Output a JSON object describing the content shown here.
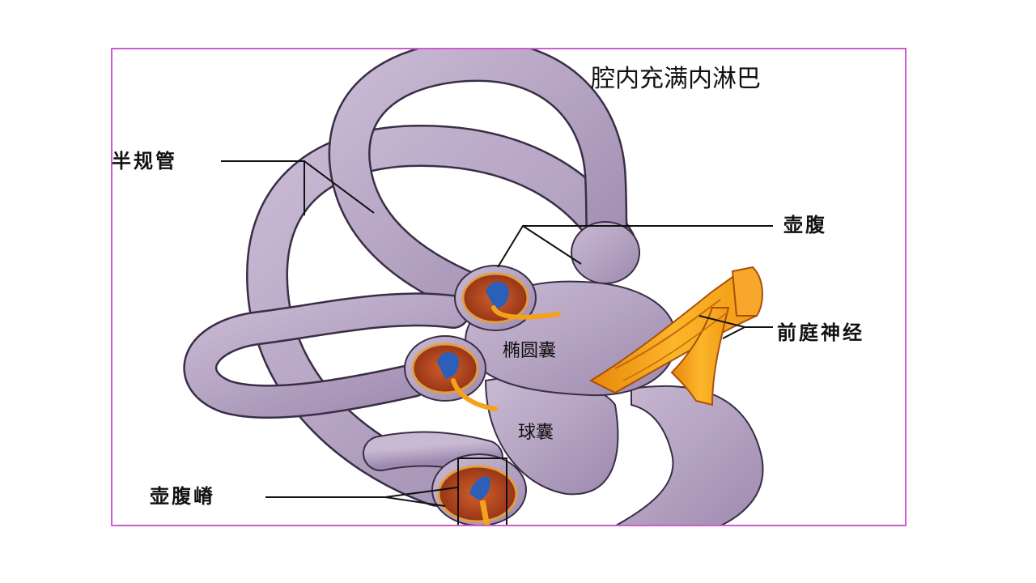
{
  "slide": {
    "border_color": "#d05ad0",
    "background": "#ffffff"
  },
  "diagram": {
    "subject": "inner-ear-vestibular-apparatus",
    "note": "腔内充满内淋巴",
    "labels": {
      "semicircular_canals": "半规管",
      "ampulla": "壶腹",
      "vestibular_nerve": "前庭神经",
      "utricle": "椭圆囊",
      "saccule": "球囊",
      "crista_ampullaris": "壶腹嵴"
    },
    "colors": {
      "membrane": "#b7a6c4",
      "membrane_shade": "#8f7aa3",
      "outline": "#3a2e46",
      "nerve": "#f4a21a",
      "nerve_dark": "#c86a0a",
      "ampulla_interior": "#b5451e",
      "cupula": "#2c5fb8",
      "leader_line": "#111111"
    }
  }
}
